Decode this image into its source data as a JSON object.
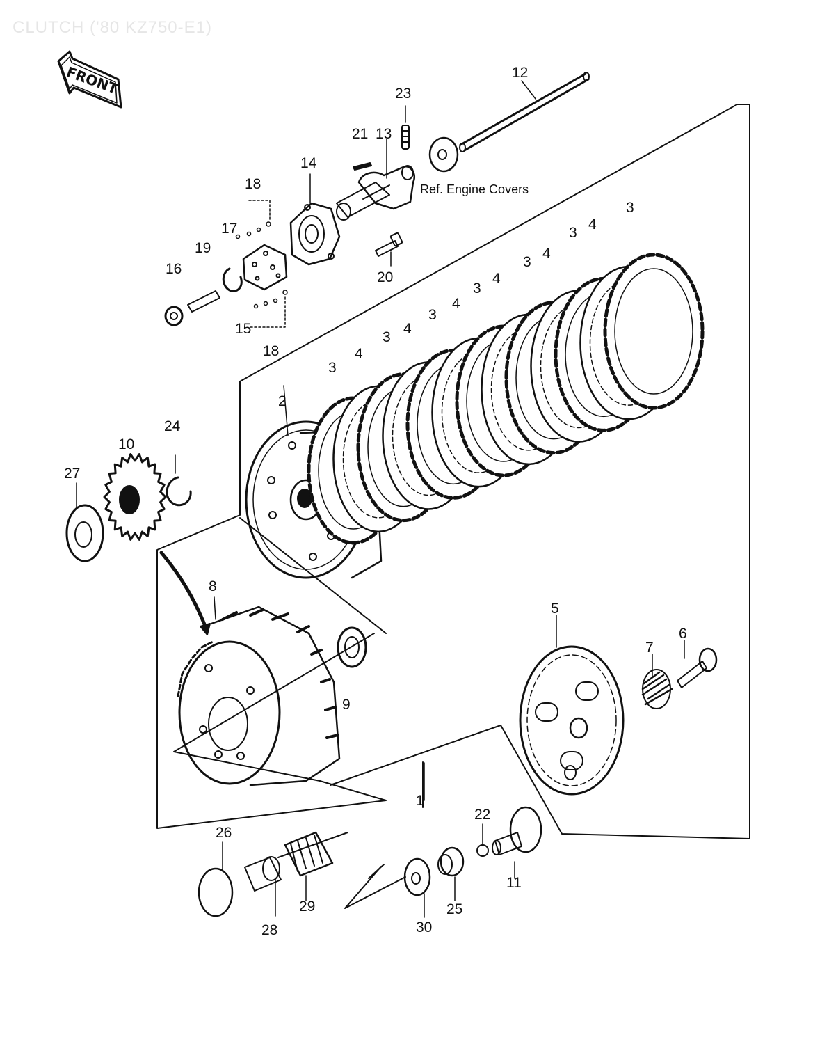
{
  "diagram": {
    "title": "CLUTCH ('80 KZ750-E1)",
    "front_label": "FRONT",
    "note": "Ref. Engine Covers",
    "part_labels": [
      "12",
      "23",
      "21",
      "13",
      "14",
      "18",
      "17",
      "19",
      "16",
      "20",
      "15",
      "18",
      "3",
      "3",
      "4",
      "3",
      "4",
      "3",
      "4",
      "3",
      "4",
      "3",
      "4",
      "3",
      "4",
      "3",
      "2",
      "24",
      "10",
      "27",
      "8",
      "9",
      "5",
      "7",
      "6",
      "1",
      "22",
      "26",
      "29",
      "28",
      "30",
      "25",
      "11"
    ]
  }
}
